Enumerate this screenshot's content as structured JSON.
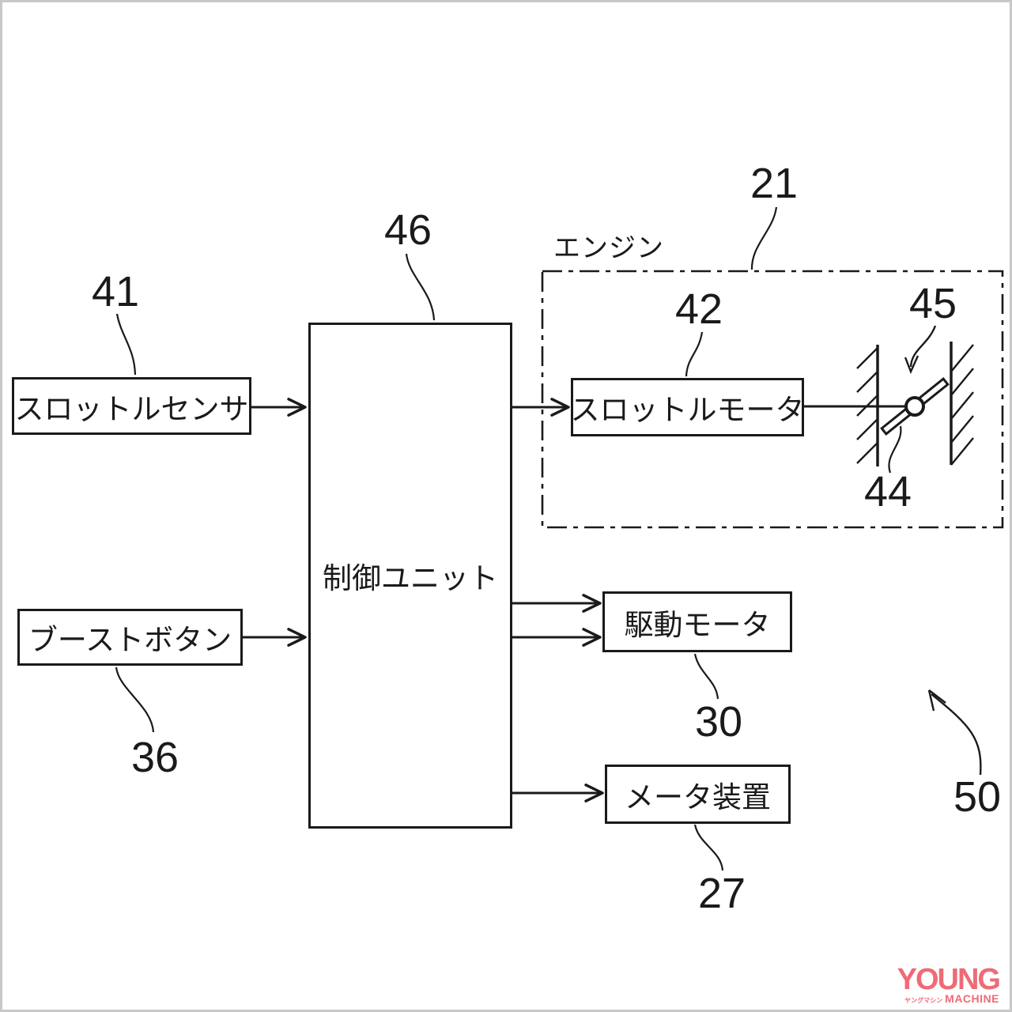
{
  "figure": {
    "group_label": "エンジン",
    "boxes": {
      "throttle_sensor": "スロットルセンサ",
      "control_unit": "制御ユニット",
      "throttle_motor": "スロットルモータ",
      "boost_button": "ブーストボタン",
      "drive_motor": "駆動モータ",
      "meter_device": "メータ装置"
    },
    "refs": {
      "41": "41",
      "46": "46",
      "21": "21",
      "42": "42",
      "45": "45",
      "44": "44",
      "36": "36",
      "30": "30",
      "27": "27",
      "50": "50"
    }
  },
  "watermark": {
    "title": "YOUNG",
    "subtitle": "MACHINE",
    "subtitle_kana": "ヤングマシン",
    "color": "#ee6b76"
  },
  "colors": {
    "ink": "#1a1a1a",
    "background": "#ffffff",
    "frame_border": "#c8c8c8",
    "logo_pink": "#ee6b76"
  }
}
